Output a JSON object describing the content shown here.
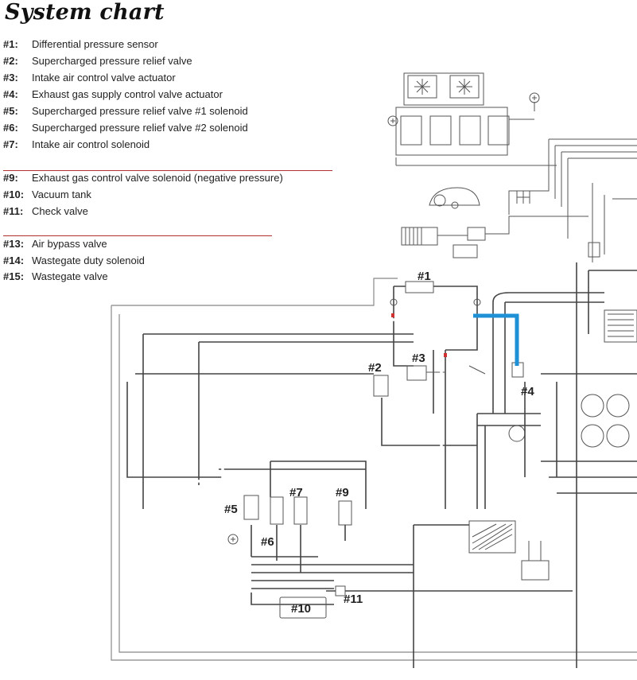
{
  "title": "System chart",
  "legend": [
    {
      "id": "#1:",
      "desc": "Differential pressure sensor"
    },
    {
      "id": "#2:",
      "desc": "Supercharged pressure relief valve"
    },
    {
      "id": "#3:",
      "desc": "Intake air control valve actuator"
    },
    {
      "id": "#4:",
      "desc": "Exhaust gas supply control valve actuator"
    },
    {
      "id": "#5:",
      "desc": "Supercharged pressure relief valve #1 solenoid"
    },
    {
      "id": "#6:",
      "desc": "Supercharged pressure relief valve #2 solenoid"
    },
    {
      "id": "#7:",
      "desc": "Intake air control solenoid"
    },
    {
      "id": "#9:",
      "desc": "Exhaust gas control valve solenoid (negative pressure)"
    },
    {
      "id": "#10:",
      "desc": "Vacuum tank"
    },
    {
      "id": "#11:",
      "desc": "Check valve"
    },
    {
      "id": "#13:",
      "desc": "Air bypass valve"
    },
    {
      "id": "#14:",
      "desc": "Wastegate duty solenoid"
    },
    {
      "id": "#15:",
      "desc": "Wastegate valve"
    }
  ],
  "diagram_labels": {
    "c1": "#1",
    "c2": "#2",
    "c3": "#3",
    "c4": "#4",
    "c5": "#5",
    "c6": "#6",
    "c7": "#7",
    "c9": "#9",
    "c10": "#10",
    "c11": "#11"
  },
  "colors": {
    "highlight_pipe": "#1e90d6",
    "marker": "#d03030",
    "edit_line": "#b03030"
  }
}
